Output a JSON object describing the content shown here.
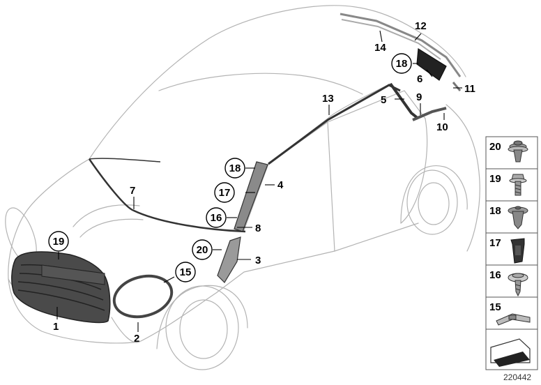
{
  "callouts": {
    "c1": "1",
    "c2": "2",
    "c3": "3",
    "c4": "4",
    "c5": "5",
    "c6": "6",
    "c7": "7",
    "c8": "8",
    "c9": "9",
    "c10": "10",
    "c11": "11",
    "c12": "12",
    "c13": "13",
    "c14": "14",
    "c15": "15",
    "c16": "16",
    "c17": "17",
    "c18a": "18",
    "c18b": "18",
    "c19": "19",
    "c20": "20"
  },
  "parts_column": [
    {
      "label": "20",
      "icon": "push-clip-20-icon"
    },
    {
      "label": "19",
      "icon": "screw-19-icon"
    },
    {
      "label": "18",
      "icon": "expanding-rivet-18-icon"
    },
    {
      "label": "17",
      "icon": "clip-nut-17-icon"
    },
    {
      "label": "16",
      "icon": "washer-screw-16-icon"
    },
    {
      "label": "15",
      "icon": "bracket-15-icon"
    }
  ],
  "drawing_number": "220442"
}
